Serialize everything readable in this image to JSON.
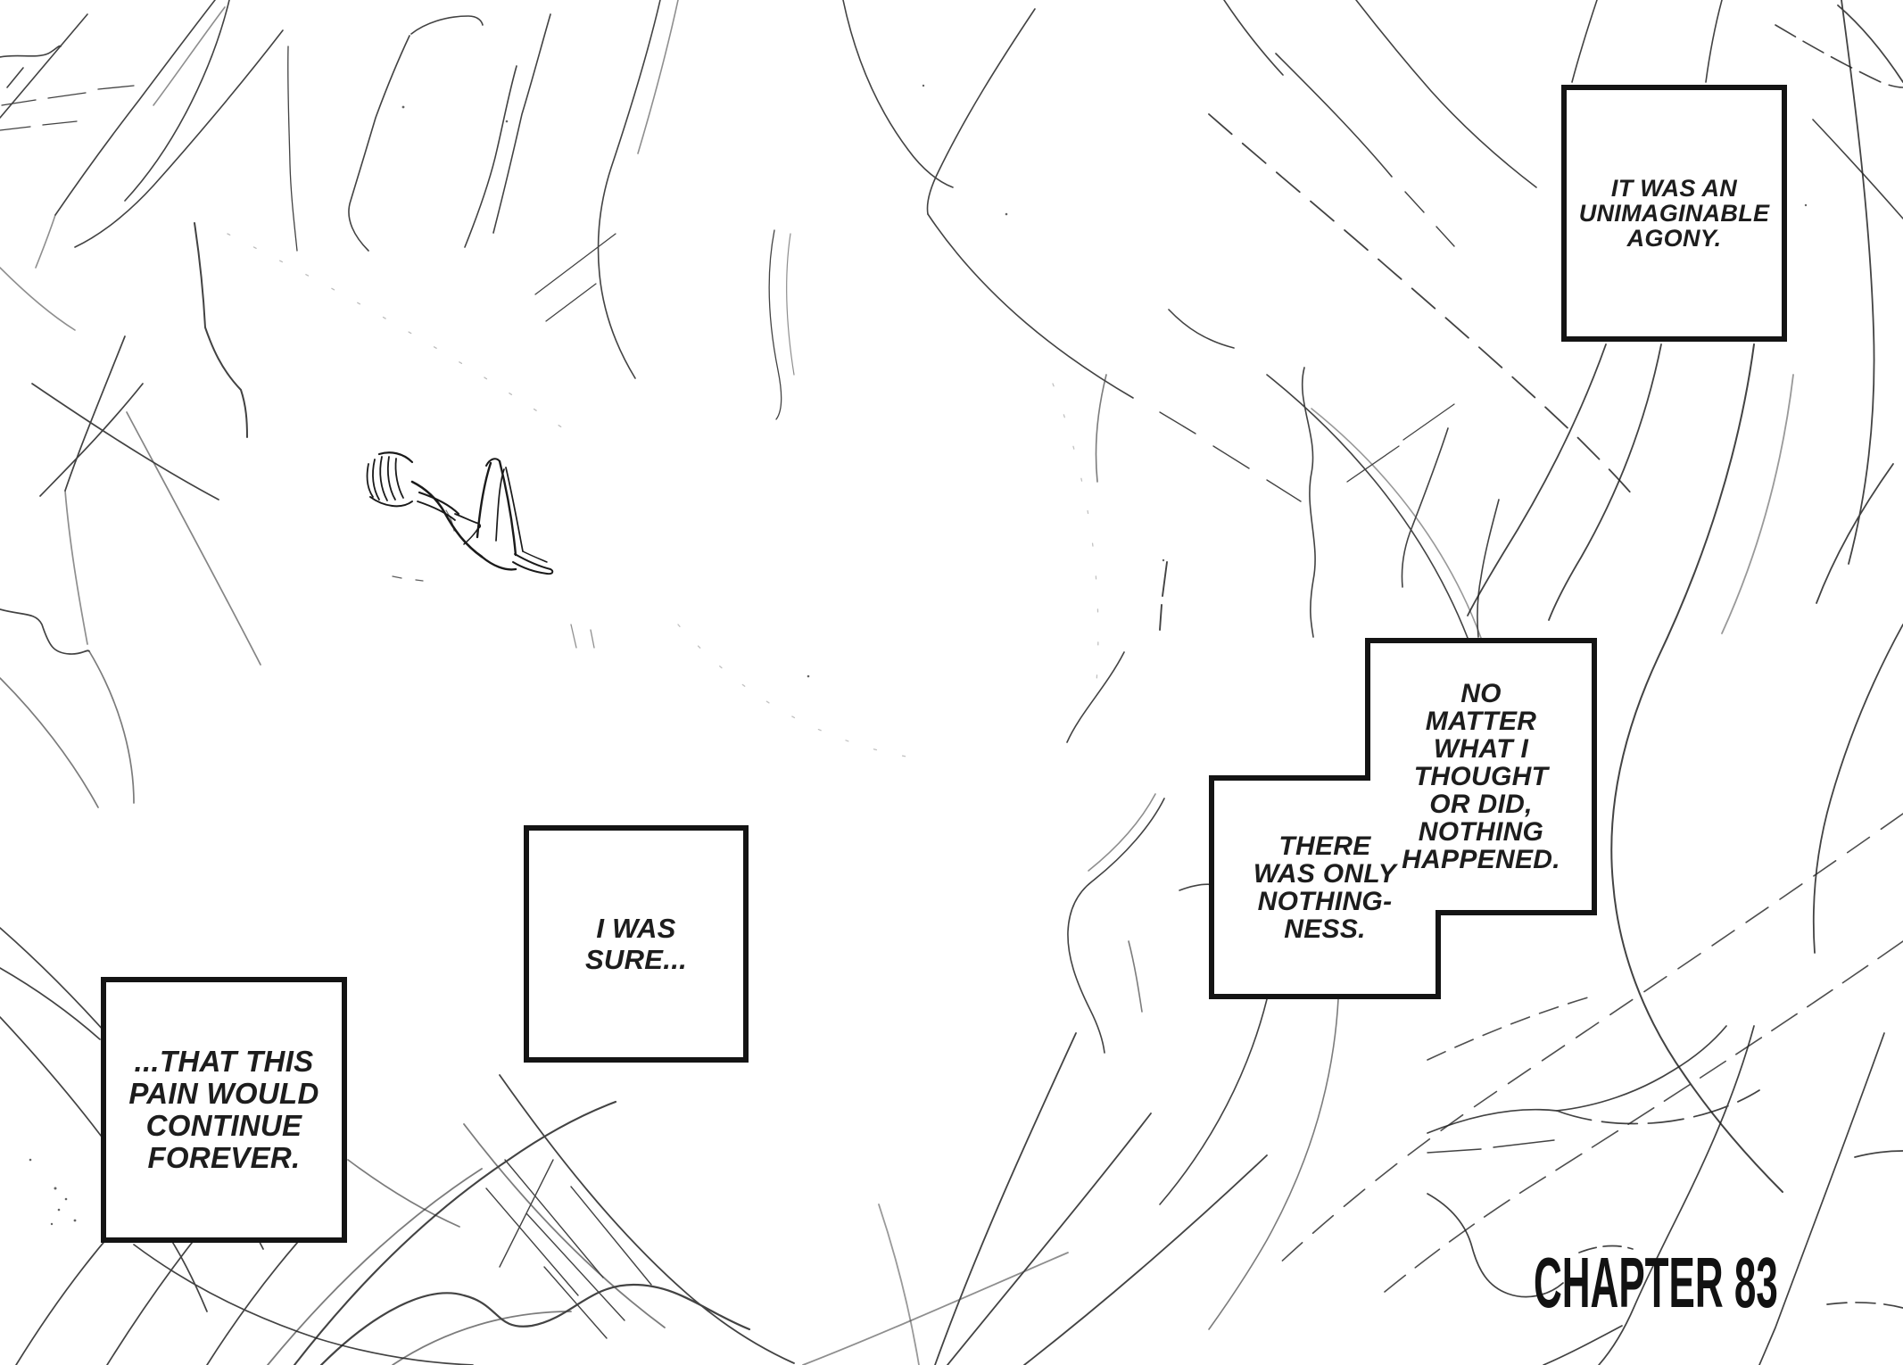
{
  "page": {
    "background_color": "#ffffff",
    "ink_color": "#222222",
    "panel_border_color": "#141414",
    "panel_fill_color": "#ffffff",
    "text_color": "#1d1d1d"
  },
  "narration_boxes": {
    "agony": {
      "lines": [
        "IT WAS AN",
        "UNIMAGINABLE",
        "AGONY."
      ]
    },
    "no_matter": {
      "lines": [
        "NO",
        "MATTER",
        "WHAT I",
        "THOUGHT",
        "OR DID,",
        "NOTHING",
        "HAPPENED."
      ]
    },
    "nothingness": {
      "lines": [
        "THERE",
        "WAS ONLY",
        "NOTHING-",
        "NESS."
      ]
    },
    "sure": {
      "lines": [
        "I WAS",
        "SURE..."
      ]
    },
    "forever": {
      "lines": [
        "...THAT THIS",
        "PAIN WOULD",
        "CONTINUE",
        "FOREVER."
      ]
    }
  },
  "chapter": {
    "label": "CHAPTER 83"
  }
}
